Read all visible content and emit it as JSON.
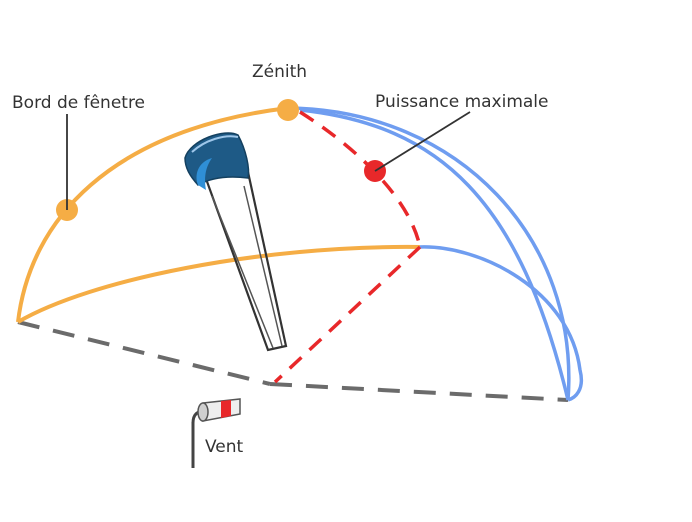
{
  "labels": {
    "window_edge": "Bord de fênetre",
    "zenith": "Zénith",
    "max_power": "Puissance maximale",
    "wind": "Vent"
  },
  "colors": {
    "window_edge": "#f5ad45",
    "power_zone": "#6f9df0",
    "max_power": "#e8282a",
    "ground_dashes": "#6b6b6b",
    "kite": "#1e5a86",
    "kite_inner": "#2f8fd6"
  },
  "icons": [
    "wind-sock-icon",
    "kite-icon"
  ]
}
